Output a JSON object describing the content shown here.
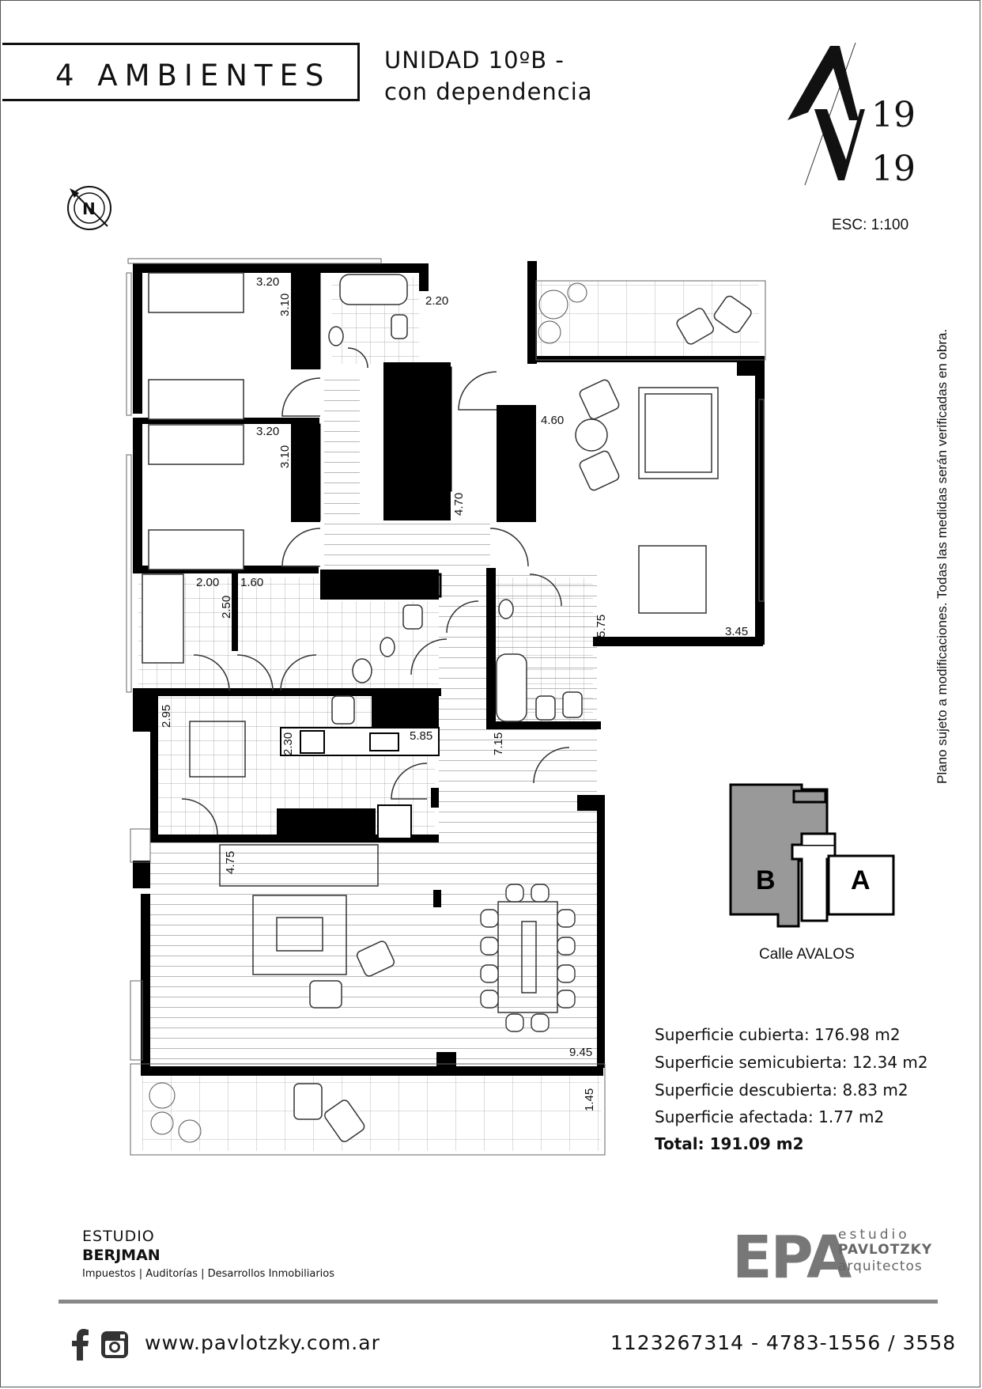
{
  "header": {
    "ambientes": "4 AMBIENTES",
    "unit_line1": "UNIDAD 10ºB -",
    "unit_line2": "con dependencia",
    "logo_text": "AV",
    "logo_num1": "19",
    "logo_num2": "19",
    "compass_letter": "N",
    "scale": "ESC: 1:100"
  },
  "side_note": "Plano sujeto a modificaciones. Todas las medidas serán verificadas en obra.",
  "dimensions": {
    "d1": "3.20",
    "d2": "3.10",
    "d3": "2.20",
    "d4": "3.20",
    "d5": "3.10",
    "d6": "4.60",
    "d7": "4.70",
    "d8": "2.00",
    "d9": "1.60",
    "d10": "2.50",
    "d11": "5.75",
    "d12": "3.45",
    "d13": "2.95",
    "d14": "2.30",
    "d15": "5.85",
    "d16": "7.15",
    "d17": "4.75",
    "d18": "9.45",
    "d19": "1.45"
  },
  "key_plan": {
    "label_b": "B",
    "label_a": "A",
    "street": "Calle AVALOS"
  },
  "areas": {
    "cubierta": "Superficie cubierta: 176.98 m2",
    "semicubierta": "Superficie semicubierta: 12.34 m2",
    "descubierta": "Superficie descubierta: 8.83 m2",
    "afectada": "Superficie afectada: 1.77 m2",
    "total": "Total: 191.09 m2"
  },
  "footer": {
    "estudio_line1": "ESTUDIO",
    "estudio_line2": "BERJMAN",
    "estudio_line3": "Impuestos | Auditorías | Desarrollos Inmobiliarios",
    "epa_letters": "EPA",
    "epa_line1": "estudio",
    "epa_line2": "PAVLOTZKY",
    "epa_line3": "arquitectos",
    "website": "www.pavlotzky.com.ar",
    "phones": "1123267314  -  4783-1556 / 3558",
    "facebook_icon": "facebook-icon",
    "instagram_icon": "instagram-icon"
  }
}
